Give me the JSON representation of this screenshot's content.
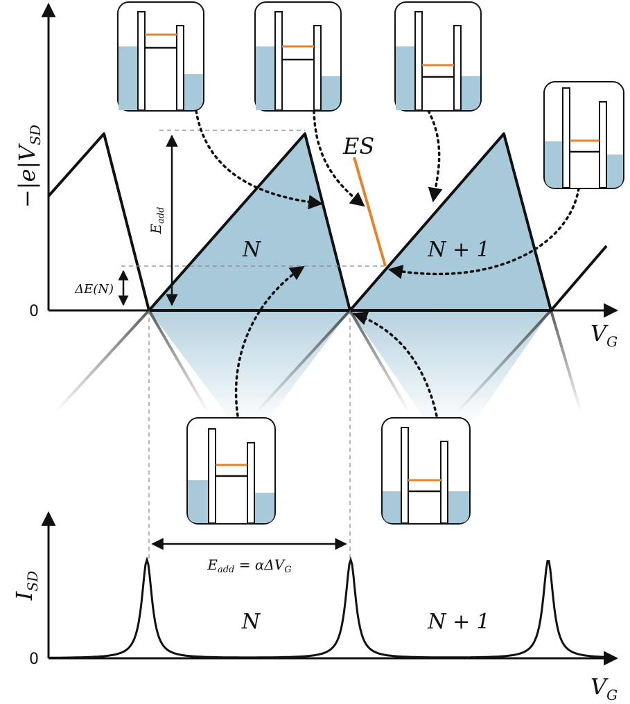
{
  "labels": {
    "top_y_axis": "−|e|V",
    "top_y_axis_sub": "SD",
    "top_x_axis": "V",
    "top_x_axis_sub": "G",
    "bottom_y_axis": "I",
    "bottom_y_axis_sub": "SD",
    "bottom_x_axis": "V",
    "bottom_x_axis_sub": "G",
    "zero_top": "0",
    "zero_bottom": "0",
    "e_add": "E",
    "e_add_sub": "add",
    "delta_e": "ΔE(N)",
    "es": "ES",
    "diamond_n": "N",
    "diamond_n1": "N + 1",
    "spacing_lhs": "E",
    "spacing_sub": "add",
    "spacing_rhs": " = αΔV",
    "spacing_rhs_sub": "G",
    "peak_region_n": "N",
    "peak_region_n1": "N + 1"
  },
  "colors": {
    "diamond_fill": "#a8c9d9",
    "reservoir": "#a8c9d9",
    "orange_level": "#e8822a",
    "line": "#111111",
    "guide": "#888888"
  }
}
